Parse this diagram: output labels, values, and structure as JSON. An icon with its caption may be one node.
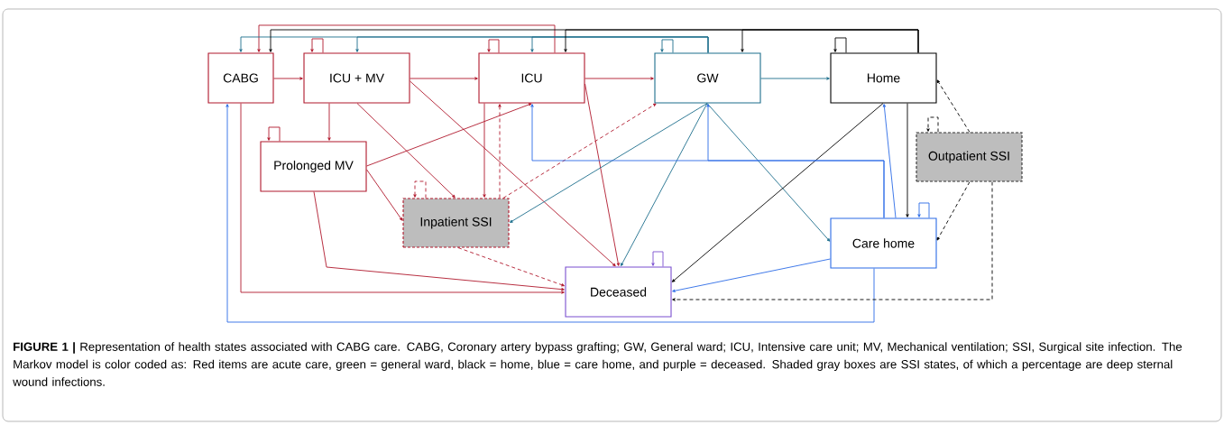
{
  "diagram": {
    "caption": "**FIGURE 1 |** Representation of health states associated with CABG care. CABG, Coronary artery bypass grafting; GW, General ward; ICU, Intensive care unit; MV, Mechanical ventilation; SSI, Surgical site infection. The Markov model is color coded as: Red items are acute care, green = general ward, black = home, blue = care home, and purple = deceased. Shaded gray boxes are SSI states, of which a percentage are deep sternal wound infections.",
    "nodes": [
      {
        "text": [
          "CABG"
        ]
      },
      {
        "text": [
          "ICU + MV"
        ]
      },
      {
        "text": [
          "ICU"
        ]
      },
      {
        "text": [
          "GW"
        ]
      },
      {
        "text": [
          "Home"
        ]
      },
      {
        "text": [
          "Prolonged MV"
        ]
      },
      {
        "text": [
          "Outpatient SSI"
        ]
      },
      {
        "text": [
          "Inpatient SSI"
        ]
      },
      {
        "text": [
          "Care home"
        ]
      },
      {
        "text": [
          "Deceased"
        ]
      }
    ],
    "edges": [
      {
        "from": 0,
        "to": 1,
        "arrow": "to"
      },
      {
        "from": 1,
        "to": 2,
        "arrow": "to"
      },
      {
        "from": 2,
        "to": 3,
        "arrow": "to"
      },
      {
        "from": 1,
        "to": 5,
        "arrow": "to"
      },
      {
        "from": 1,
        "to": 7,
        "arrow": "to"
      },
      {
        "from": 1,
        "to": 9,
        "arrow": "to"
      },
      {
        "from": 2,
        "to": 7,
        "arrow": "to"
      },
      {
        "from": 7,
        "to": 2,
        "arrow": "to",
        "style": "dashed"
      },
      {
        "from": 7,
        "to": 3,
        "arrow": "to",
        "style": "dashed"
      },
      {
        "from": 5,
        "to": 2,
        "arrow": "to"
      },
      {
        "from": 5,
        "to": 7,
        "arrow": "to"
      },
      {
        "from": 5,
        "to": 9,
        "arrow": "to"
      },
      {
        "from": 0,
        "to": 9,
        "arrow": "to"
      },
      {
        "from": 2,
        "to": 9,
        "arrow": "to"
      },
      {
        "from": 7,
        "to": 9,
        "arrow": "to",
        "style": "dashed"
      },
      {
        "from": 2,
        "to": 0,
        "arrow": "to"
      },
      {
        "from": 1,
        "to": 1,
        "arrow": "to"
      },
      {
        "from": 2,
        "to": 2,
        "arrow": "to"
      },
      {
        "from": 5,
        "to": 5,
        "arrow": "to"
      },
      {
        "from": 7,
        "to": 7,
        "arrow": "to",
        "style": "dashed"
      },
      {
        "from": 3,
        "to": 4,
        "arrow": "to",
        "color": "#1d6e8c"
      },
      {
        "from": 3,
        "to": 0,
        "arrow": "to",
        "color": "#1d6e8c"
      },
      {
        "from": 3,
        "to": 1,
        "arrow": "to",
        "color": "#1d6e8c"
      },
      {
        "from": 3,
        "to": 2,
        "arrow": "to",
        "color": "#1d6e8c"
      },
      {
        "from": 3,
        "to": 3,
        "arrow": "to",
        "color": "#1d6e8c"
      },
      {
        "from": 3,
        "to": 7,
        "arrow": "to",
        "color": "#1d6e8c"
      },
      {
        "from": 3,
        "to": 9,
        "arrow": "to",
        "color": "#1d6e8c"
      },
      {
        "from": 3,
        "to": 8,
        "arrow": "to",
        "color": "#1d6e8c"
      },
      {
        "from": 4,
        "to": 0,
        "arrow": "to",
        "color": "#000000"
      },
      {
        "from": 4,
        "to": 2,
        "arrow": "to",
        "color": "#000000"
      },
      {
        "from": 4,
        "to": 3,
        "arrow": "to",
        "color": "#000000"
      },
      {
        "from": 4,
        "to": 4,
        "arrow": "to",
        "color": "#000000"
      },
      {
        "from": 4,
        "to": 8,
        "arrow": "to",
        "color": "#000000"
      },
      {
        "from": 4,
        "to": 9,
        "arrow": "to",
        "color": "#000000"
      },
      {
        "from": 8,
        "to": 3,
        "arrow": "to",
        "color": "#2b6be6"
      },
      {
        "from": 8,
        "to": 2,
        "arrow": "to",
        "color": "#2b6be6"
      },
      {
        "from": 8,
        "to": 4,
        "arrow": "to",
        "color": "#2b6be6"
      },
      {
        "from": 8,
        "to": 9,
        "arrow": "to",
        "color": "#2b6be6"
      },
      {
        "from": 8,
        "to": 0,
        "arrow": "to",
        "color": "#2b6be6"
      },
      {
        "from": 8,
        "to": 8,
        "arrow": "to",
        "color": "#2b6be6"
      },
      {
        "from": 6,
        "to": 4,
        "arrow": "to",
        "style": "dashed",
        "color": "#000000"
      },
      {
        "from": 6,
        "to": 8,
        "arrow": "to",
        "style": "dashed",
        "color": "#000000"
      },
      {
        "from": 6,
        "to": 9,
        "arrow": "to",
        "style": "dashed",
        "color": "#000000"
      },
      {
        "from": 6,
        "to": 6,
        "arrow": "to",
        "style": "dashed",
        "color": "#000000"
      },
      {
        "from": 9,
        "to": 9,
        "arrow": "to",
        "color": "#7a4fcf"
      }
    ]
  }
}
